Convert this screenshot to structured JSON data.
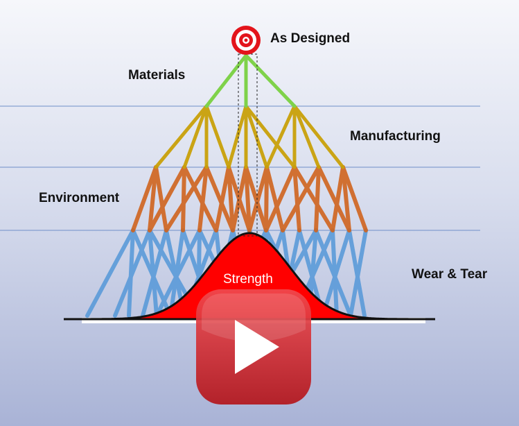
{
  "labels": {
    "title": "As Designed",
    "materials": "Materials",
    "manufacturing": "Manufacturing",
    "environment": "Environment",
    "wear_tear": "Wear & Tear",
    "strength": "Strength"
  },
  "colors": {
    "target": "#e3141b",
    "materials": "#7fd24a",
    "manufacturing": "#c9a10a",
    "environment": "#d0641e",
    "wear_tear": "#5b9bd9",
    "strength": "#ff0000",
    "play": "#d81f26"
  },
  "icons": {
    "target": "target-icon",
    "play": "play-icon"
  }
}
